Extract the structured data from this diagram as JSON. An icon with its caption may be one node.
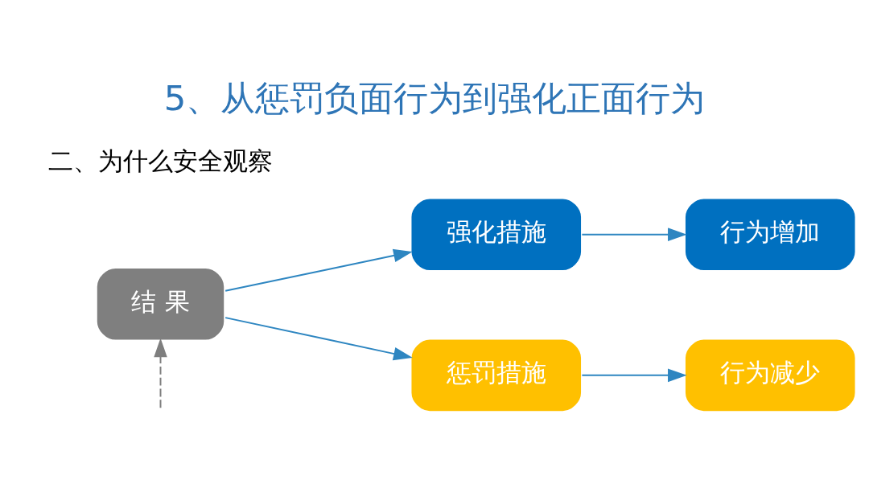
{
  "diagram": {
    "title": "5、从惩罚负面行为到强化正面行为",
    "nodes": [
      {
        "text": [
          "结 果"
        ]
      },
      {
        "text": [
          "强化措施"
        ]
      },
      {
        "text": [
          "行为增加"
        ]
      },
      {
        "text": [
          "惩罚措施"
        ]
      },
      {
        "text": [
          "行为减少"
        ]
      }
    ],
    "edges": [
      {
        "from": 0,
        "to": 1,
        "arrow": "to"
      },
      {
        "from": 1,
        "to": 2,
        "arrow": "to"
      },
      {
        "from": 0,
        "to": 3,
        "arrow": "to"
      },
      {
        "from": 3,
        "to": 4,
        "arrow": "to"
      },
      {
        "from": null,
        "to": 0,
        "arrow": "to",
        "style": "dashed",
        "color": "#7f7f7f"
      }
    ],
    "labels": [
      "二、为什么安全观察"
    ]
  }
}
